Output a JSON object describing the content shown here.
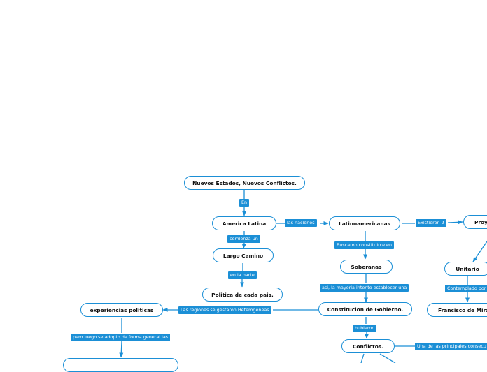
{
  "colors": {
    "accent": "#1b8fd6",
    "node_border": "#1b8fd6",
    "text": "#111111",
    "background": "#ffffff"
  },
  "nodes": {
    "nuevos_estados": "Nuevos Estados, Nuevos Conflictos.",
    "america_latina": "America Latina",
    "largo_camino": "Largo Camino",
    "politica": "Politica de cada pais.",
    "latinoamericanas": "Latinoamericanas",
    "soberanas": "Soberanas",
    "constitucion": "Constitucion de Gobierno.",
    "conflictos": "Conflictos.",
    "experiencias": "experiencias politicas",
    "proyectos": "Proy",
    "unitario": "Unitario",
    "francisco": "Francisco de Mira"
  },
  "labels": {
    "en": "En",
    "comienza_un": "comienza un",
    "en_la_parte": "en la parte",
    "las_naciones": "las naciones",
    "existieron_2": "Existieron 2",
    "buscaron": "Buscaron constituirce en",
    "asi_mayoria": "asi, la mayoria intento establecer una",
    "las_regiones": "Las regiones se gestaron Heterogéneas",
    "hubieron": "hubieron",
    "pero_luego": "pero luego se adopto de forma general las",
    "una_de_las": "Una de las principales consecu",
    "contemplado_por": "Contemplado por"
  }
}
